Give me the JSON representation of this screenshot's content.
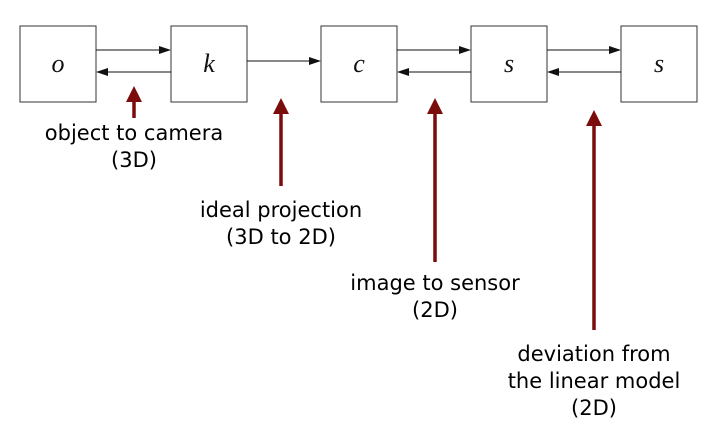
{
  "boxes": [
    {
      "id": "o",
      "label": "o"
    },
    {
      "id": "k",
      "label": "k"
    },
    {
      "id": "c",
      "label": "c"
    },
    {
      "id": "s1",
      "label": "s"
    },
    {
      "id": "s2",
      "label": "s"
    }
  ],
  "captions": {
    "object_to_camera": [
      "object to camera",
      "(3D)"
    ],
    "ideal_projection": [
      "ideal projection",
      "(3D to 2D)"
    ],
    "image_to_sensor": [
      "image to sensor",
      "(2D)"
    ],
    "deviation": [
      "deviation from",
      "the linear model",
      "(2D)"
    ]
  },
  "colors": {
    "callout_arrow": "#7a0c0c",
    "box_border": "#333333",
    "flow_arrow": "#111111"
  }
}
